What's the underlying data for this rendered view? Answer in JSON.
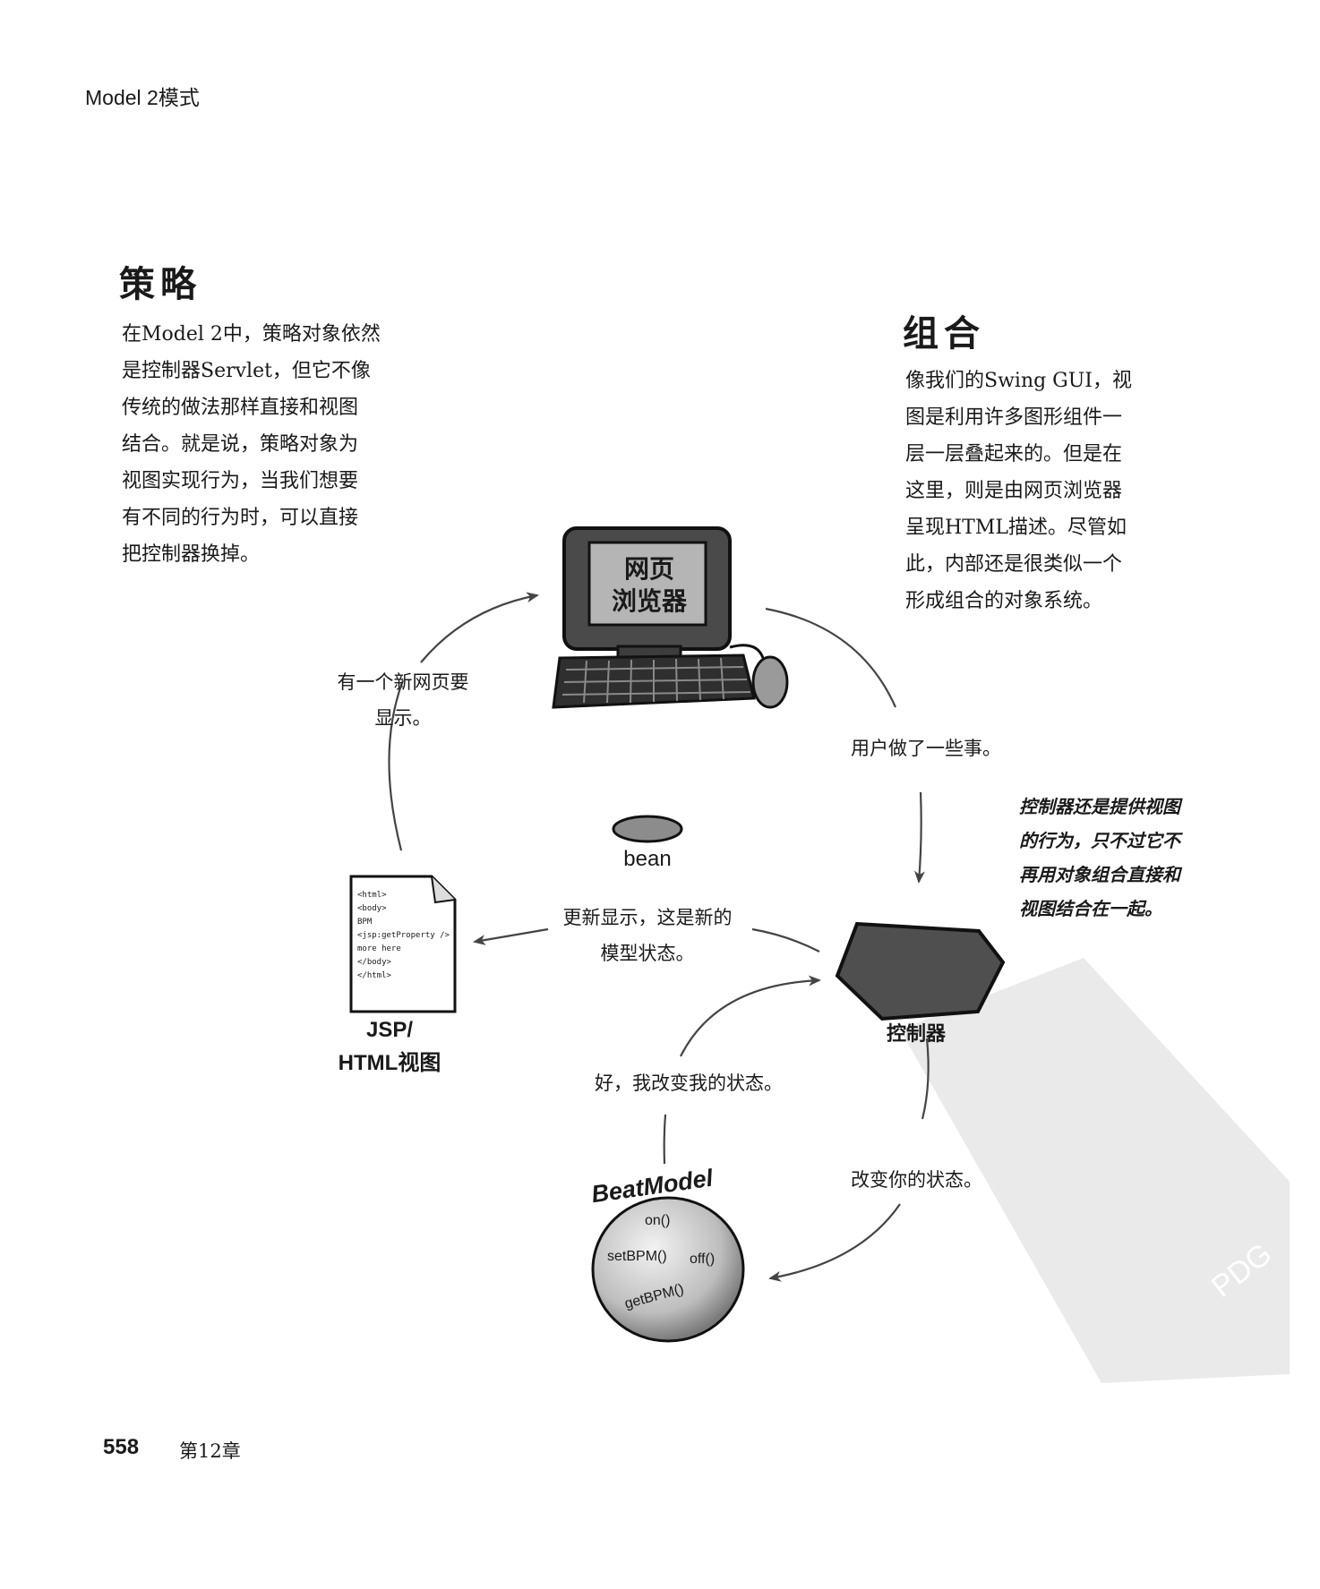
{
  "header": {
    "title": "Model 2模式"
  },
  "strategy": {
    "heading": "策略",
    "lines": [
      "在Model 2中，策略对象依然",
      "是控制器Servlet，但它不像",
      "传统的做法那样直接和视图",
      "结合。就是说，策略对象为",
      "视图实现行为，当我们想要",
      "有不同的行为时，可以直接",
      "把控制器换掉。"
    ]
  },
  "composite": {
    "heading": "组合",
    "lines": [
      "像我们的Swing GUI，视",
      "图是利用许多图形组件一",
      "层一层叠起来的。但是在",
      "这里，则是由网页浏览器",
      "呈现HTML描述。尽管如",
      "此，内部还是很类似一个",
      "形成组合的对象系统。"
    ]
  },
  "diagram": {
    "browser_label_1": "网页",
    "browser_label_2": "浏览器",
    "new_page_1": "有一个新网页要",
    "new_page_2": "显示。",
    "user_did": "用户做了一些事。",
    "bean_label": "bean",
    "update_1": "更新显示，这是新的",
    "update_2": "模型状态。",
    "jsp_code": [
      "<html>",
      "<body>",
      "BPM",
      "<jsp:getProperty />",
      "more here",
      "</body>",
      "</html>"
    ],
    "jsp_label_1": "JSP/",
    "jsp_label_2": "HTML视图",
    "controller_label": "控制器",
    "ok_change": "好，我改变我的状态。",
    "change_state": "改变你的状态。",
    "model_title": "BeatModel",
    "model_on": "on()",
    "model_setbpm": "setBPM()",
    "model_off": "off()",
    "model_getbpm": "getBPM()",
    "note_lines": [
      "控制器还是提供视图",
      "的行为，只不过它不",
      "再用对象组合直接和",
      "视图结合在一起。"
    ]
  },
  "watermark": {
    "text": "PDG"
  },
  "footer": {
    "page_number": "558",
    "chapter": "第12章"
  }
}
